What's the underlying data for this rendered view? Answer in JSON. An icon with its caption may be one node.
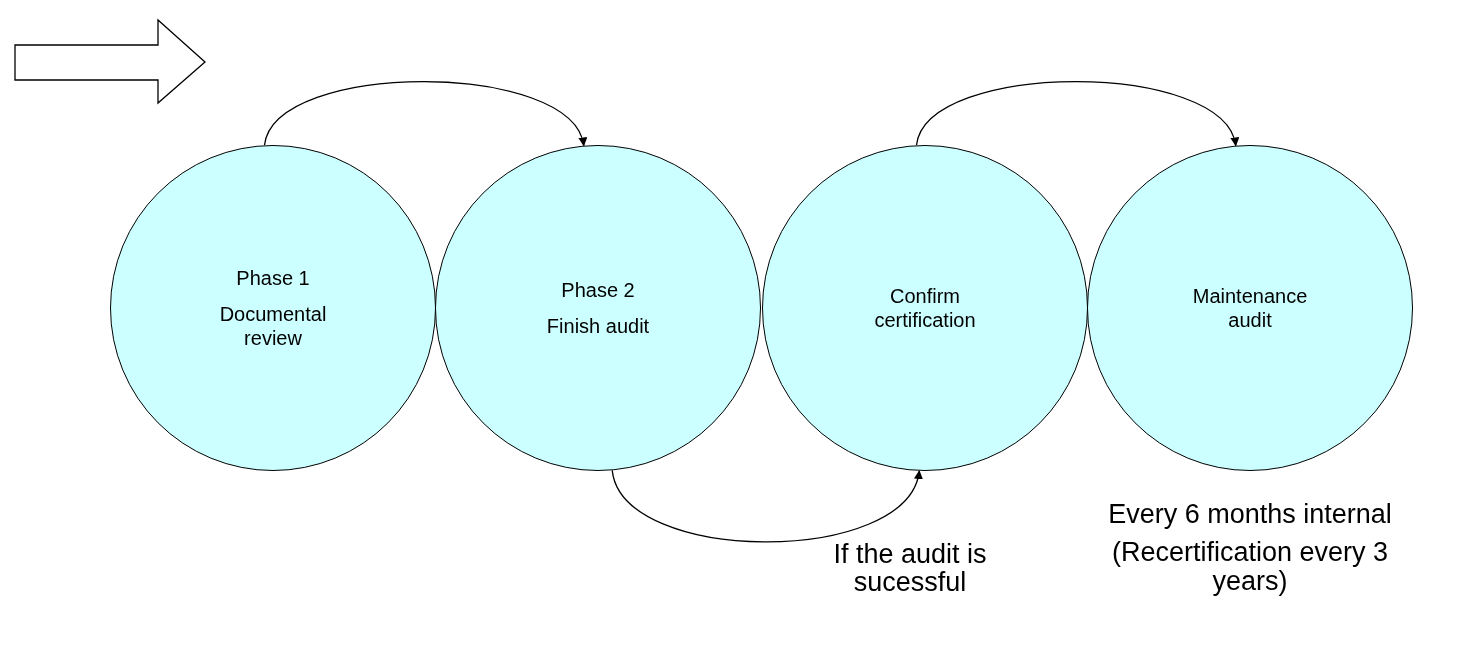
{
  "diagram": {
    "nodes": [
      {
        "text": [
          "Phase 1",
          "Documental review"
        ]
      },
      {
        "text": [
          "Phase 2",
          "Finish audit"
        ]
      },
      {
        "text": [
          "Confirm certification"
        ],
        "beside": [
          "If the audit is sucessful"
        ]
      },
      {
        "text": [
          "Maintenance audit"
        ],
        "beside": [
          "Every 6 months internal",
          "(Recertification every 3 years)"
        ]
      }
    ],
    "edges": [
      {
        "from": 0,
        "to": 1,
        "arrow": "to"
      },
      {
        "from": 2,
        "to": 3,
        "arrow": "to"
      },
      {
        "from": 1,
        "to": 2,
        "arrow": "to"
      }
    ]
  }
}
